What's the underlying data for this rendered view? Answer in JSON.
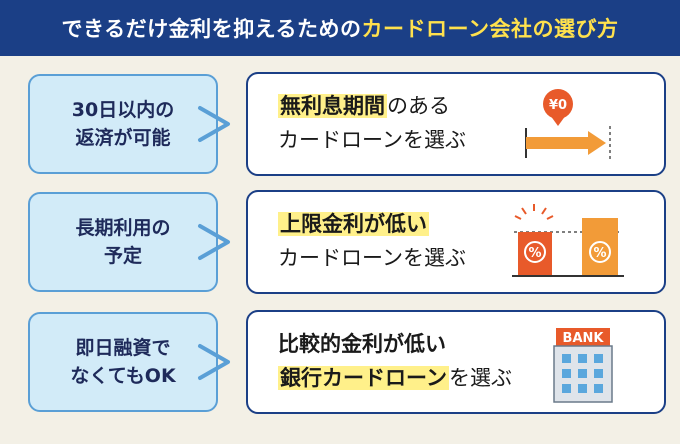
{
  "header": {
    "title_main": "できるだけ金利を抑えるための",
    "title_accent": "カードローン会社の選び方"
  },
  "rows": [
    {
      "condition": [
        "30日以内の",
        "返済が可能"
      ],
      "result_highlight": "無利息期間",
      "result_rest": "のある",
      "result_line2": "カードローンを選ぶ",
      "illustration": "zero-interest-timeline",
      "badge": "¥0"
    },
    {
      "condition": [
        "長期利用の",
        "予定"
      ],
      "result_highlight": "上限金利が低い",
      "result_line2": "カードローンを選ぶ",
      "illustration": "interest-rate-comparison",
      "percent_symbol": "%"
    },
    {
      "condition": [
        "即日融資で",
        "なくてもOK"
      ],
      "result_line1": "比較的金利が低い",
      "result_highlight": "銀行カードローン",
      "result_rest": "を選ぶ",
      "illustration": "bank-building",
      "bank_label": "BANK"
    }
  ],
  "colors": {
    "header_bg": "#1b3f86",
    "header_accent": "#ffe14d",
    "condition_bg": "#d2ebf8",
    "condition_border": "#5a9fd6",
    "highlight": "#fff08a",
    "orange": "#f29b38",
    "red_orange": "#e85a2a"
  }
}
